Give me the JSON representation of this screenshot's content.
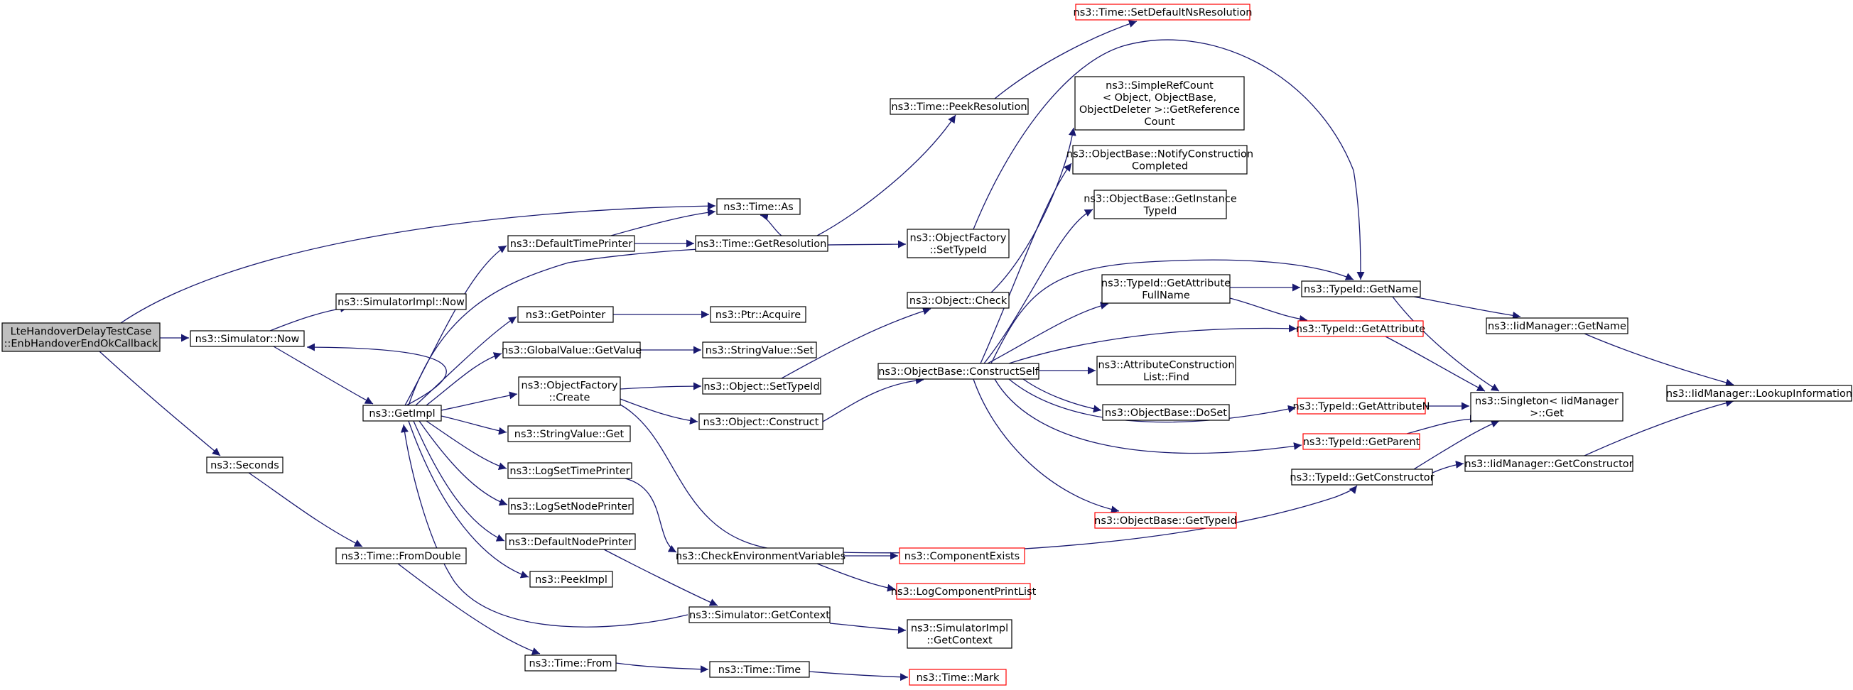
{
  "colors": {
    "edge": "#191970",
    "node_border": "#000000",
    "linked_border_red": "#ff0000",
    "root_fill": "#bfbfbf",
    "node_fill": "#ffffff",
    "text": "#000000"
  },
  "nodes": [
    {
      "id": "root",
      "lines": [
        "LteHandoverDelayTestCase",
        "::EnbHandoverEndOkCallback"
      ],
      "style": "root"
    },
    {
      "id": "sim_now",
      "lines": [
        "ns3::Simulator::Now"
      ],
      "style": "normal"
    },
    {
      "id": "seconds",
      "lines": [
        "ns3::Seconds"
      ],
      "style": "normal"
    },
    {
      "id": "time_as",
      "lines": [
        "ns3::Time::As"
      ],
      "style": "normal"
    },
    {
      "id": "simimpl_now",
      "lines": [
        "ns3::SimulatorImpl::Now"
      ],
      "style": "normal"
    },
    {
      "id": "getimpl",
      "lines": [
        "ns3::GetImpl"
      ],
      "style": "normal"
    },
    {
      "id": "fromdouble",
      "lines": [
        "ns3::Time::FromDouble"
      ],
      "style": "normal"
    },
    {
      "id": "deftimeprinter",
      "lines": [
        "ns3::DefaultTimePrinter"
      ],
      "style": "normal"
    },
    {
      "id": "getpointer",
      "lines": [
        "ns3::GetPointer"
      ],
      "style": "normal"
    },
    {
      "id": "gv_getvalue",
      "lines": [
        "ns3::GlobalValue::GetValue"
      ],
      "style": "normal"
    },
    {
      "id": "of_create",
      "lines": [
        "ns3::ObjectFactory",
        "::Create"
      ],
      "style": "normal"
    },
    {
      "id": "sv_get",
      "lines": [
        "ns3::StringValue::Get"
      ],
      "style": "normal"
    },
    {
      "id": "logsettimeprinter",
      "lines": [
        "ns3::LogSetTimePrinter"
      ],
      "style": "normal"
    },
    {
      "id": "logsetnodeprinter",
      "lines": [
        "ns3::LogSetNodePrinter"
      ],
      "style": "normal"
    },
    {
      "id": "defnodeprinter",
      "lines": [
        "ns3::DefaultNodePrinter"
      ],
      "style": "normal"
    },
    {
      "id": "peekimpl",
      "lines": [
        "ns3::PeekImpl"
      ],
      "style": "normal"
    },
    {
      "id": "time_from",
      "lines": [
        "ns3::Time::From"
      ],
      "style": "normal"
    },
    {
      "id": "getresolution",
      "lines": [
        "ns3::Time::GetResolution"
      ],
      "style": "normal"
    },
    {
      "id": "ptr_acquire",
      "lines": [
        "ns3::Ptr::Acquire"
      ],
      "style": "normal"
    },
    {
      "id": "sv_set",
      "lines": [
        "ns3::StringValue::Set"
      ],
      "style": "normal"
    },
    {
      "id": "obj_settypeid",
      "lines": [
        "ns3::Object::SetTypeId"
      ],
      "style": "normal"
    },
    {
      "id": "obj_construct",
      "lines": [
        "ns3::Object::Construct"
      ],
      "style": "normal"
    },
    {
      "id": "checkenv",
      "lines": [
        "ns3::CheckEnvironmentVariables"
      ],
      "style": "normal"
    },
    {
      "id": "sim_getcontext",
      "lines": [
        "ns3::Simulator::GetContext"
      ],
      "style": "normal"
    },
    {
      "id": "time_time",
      "lines": [
        "ns3::Time::Time"
      ],
      "style": "normal"
    },
    {
      "id": "peekresolution",
      "lines": [
        "ns3::Time::PeekResolution"
      ],
      "style": "normal"
    },
    {
      "id": "of_settypeid",
      "lines": [
        "ns3::ObjectFactory",
        "::SetTypeId"
      ],
      "style": "normal"
    },
    {
      "id": "obj_check",
      "lines": [
        "ns3::Object::Check"
      ],
      "style": "normal"
    },
    {
      "id": "ob_constructself",
      "lines": [
        "ns3::ObjectBase::ConstructSelf"
      ],
      "style": "normal"
    },
    {
      "id": "componentexists",
      "lines": [
        "ns3::ComponentExists"
      ],
      "style": "red"
    },
    {
      "id": "logcompprintlist",
      "lines": [
        "ns3::LogComponentPrintList"
      ],
      "style": "red"
    },
    {
      "id": "simimpl_getcontext",
      "lines": [
        "ns3::SimulatorImpl",
        "::GetContext"
      ],
      "style": "normal"
    },
    {
      "id": "time_mark",
      "lines": [
        "ns3::Time::Mark"
      ],
      "style": "red"
    },
    {
      "id": "setdefaultns",
      "lines": [
        "ns3::Time::SetDefaultNsResolution"
      ],
      "style": "red"
    },
    {
      "id": "simplerefcount",
      "lines": [
        "ns3::SimpleRefCount",
        "< Object, ObjectBase,",
        "ObjectDeleter >::GetReference",
        "Count"
      ],
      "style": "normal"
    },
    {
      "id": "ob_notify",
      "lines": [
        "ns3::ObjectBase::NotifyConstruction",
        "Completed"
      ],
      "style": "normal"
    },
    {
      "id": "ob_getinstance",
      "lines": [
        "ns3::ObjectBase::GetInstance",
        "TypeId"
      ],
      "style": "normal"
    },
    {
      "id": "tid_getattrfullname",
      "lines": [
        "ns3::TypeId::GetAttribute",
        "FullName"
      ],
      "style": "normal"
    },
    {
      "id": "attrconstruction",
      "lines": [
        "ns3::AttributeConstruction",
        "List::Find"
      ],
      "style": "normal"
    },
    {
      "id": "ob_doset",
      "lines": [
        "ns3::ObjectBase::DoSet"
      ],
      "style": "normal"
    },
    {
      "id": "ob_gettypeid",
      "lines": [
        "ns3::ObjectBase::GetTypeId"
      ],
      "style": "red"
    },
    {
      "id": "tid_getname",
      "lines": [
        "ns3::TypeId::GetName"
      ],
      "style": "normal"
    },
    {
      "id": "tid_getattribute",
      "lines": [
        "ns3::TypeId::GetAttribute"
      ],
      "style": "red"
    },
    {
      "id": "tid_getattributen",
      "lines": [
        "ns3::TypeId::GetAttributeN"
      ],
      "style": "red"
    },
    {
      "id": "tid_getparent",
      "lines": [
        "ns3::TypeId::GetParent"
      ],
      "style": "red"
    },
    {
      "id": "tid_getconstructor",
      "lines": [
        "ns3::TypeId::GetConstructor"
      ],
      "style": "normal"
    },
    {
      "id": "iid_getname",
      "lines": [
        "ns3::IidManager::GetName"
      ],
      "style": "normal"
    },
    {
      "id": "singleton_get",
      "lines": [
        "ns3::Singleton< IidManager",
        ">::Get"
      ],
      "style": "normal"
    },
    {
      "id": "iid_getconstructor",
      "lines": [
        "ns3::IidManager::GetConstructor"
      ],
      "style": "normal"
    },
    {
      "id": "iid_lookup",
      "lines": [
        "ns3::IidManager::LookupInformation"
      ],
      "style": "normal"
    }
  ]
}
